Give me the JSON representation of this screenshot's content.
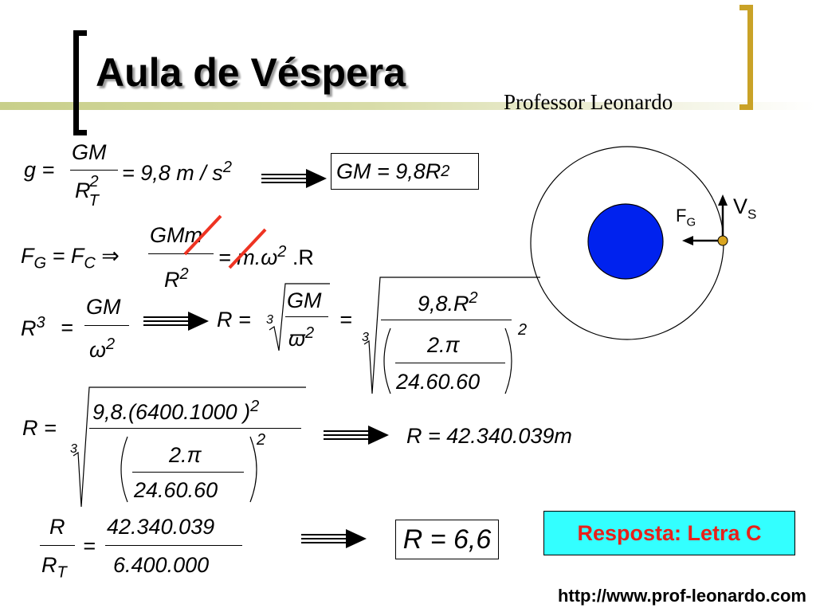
{
  "header": {
    "title": "Aula de Véspera",
    "subtitle": "Professor Leonardo"
  },
  "eq1": {
    "lhs": "g =",
    "num": "GM",
    "den": "R",
    "den_sup": "2",
    "den_sub": "T",
    "rhs": "= 9,8 m / s",
    "rhs_sup": "2",
    "result": "GM = 9,8R",
    "result_sup": "2"
  },
  "eq2": {
    "lhs": "F",
    "lhs_sub": "G",
    "mid": " = F",
    "mid_sub": "C",
    "implies": " ⇒",
    "num": "GMm",
    "den": "R",
    "den_sup": "2",
    "rhs": "= m.ω",
    "rhs_sup": "2",
    "rhs_tail": " .R"
  },
  "eq3": {
    "lhs": "R",
    "lhs_sup": "3",
    "eq": "=",
    "num": "GM",
    "den": "ω",
    "den_sup": "2",
    "r_eq": "R =",
    "root_index": "3",
    "root_num": "GM",
    "root_den": "ϖ",
    "root_den_sup": "2",
    "eq2": "=",
    "big_root_index": "3",
    "big_num": "9,8.R",
    "big_num_sup": "2",
    "paren_num": "2.π",
    "paren_den": "24.60.60",
    "paren_sup": "2"
  },
  "eq4": {
    "lhs": "R =",
    "root_index": "3",
    "num": "9,8.(6400.1000 )",
    "num_sup": "2",
    "paren_num": "2.π",
    "paren_den": "24.60.60",
    "paren_sup": "2",
    "result": "R = 42.340.039m"
  },
  "eq5": {
    "num": "R",
    "den": "R",
    "den_sub": "T",
    "eq": "=",
    "rnum": "42.340.039",
    "rden": "6.400.000",
    "result": "R = 6,6"
  },
  "answer": "Resposta: Letra C",
  "diagram": {
    "force_label": "F",
    "force_sub": "G",
    "velocity_label": "V",
    "velocity_sub": "S",
    "planet_color": "#0022ee",
    "satellite_color": "#d9a520"
  },
  "footer": "http://www.prof-leonardo.com",
  "colors": {
    "strike": "#ee3322",
    "answer_bg": "#33ffff",
    "answer_text": "#e8201a",
    "accent": "#c9a227"
  }
}
